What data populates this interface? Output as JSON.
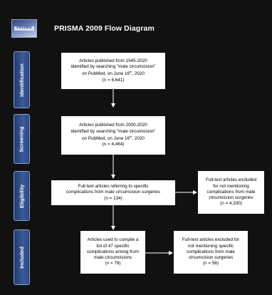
{
  "header": {
    "title": "PRISMA 2009 Flow Diagram",
    "logo_text": "PRISMA"
  },
  "stages": {
    "identification": "Identification",
    "screening": "Screening",
    "eligibility": "Eligibility",
    "included": "Included"
  },
  "boxes": {
    "identification": {
      "line1": "Articles published from 1945-2020",
      "line2": "identified by searching \"male circumcision\"",
      "line3a": "on PubMed, on June 16",
      "line3sup": "th",
      "line3b": ", 2020",
      "count": "(n = 6,641)"
    },
    "screening": {
      "line1": "Articles published from 2000-2020",
      "line2": "identified by searching \"male circumcision\"",
      "line3a": "on PubMed, on June 16",
      "line3sup": "th",
      "line3b": ", 2020",
      "count": "(n = 4,464)"
    },
    "eligibility": {
      "line1": "Full-text articles referring to specific",
      "line2": "complications from male circumcision surgeries",
      "count": "(n = 134)"
    },
    "eligibility_excluded": {
      "line1": "Full-text articles excluded",
      "line2": "for not mentioning",
      "line3": "complications from male",
      "line4": "circumcision surgeries",
      "count": "(n = 4,330)"
    },
    "included": {
      "line1": "Articles used to compile a",
      "line2": "list of 47 specific",
      "line3": "complications arising from",
      "line4": "male circumcisions",
      "count": "(n = 78)"
    },
    "included_excluded": {
      "line1": "Full-text articles excluded for",
      "line2": "not mentioning specific",
      "line3": "complications from male",
      "line4": "circumcision surgeries",
      "count": "(n = 56)"
    }
  },
  "colors": {
    "background": "#111111",
    "stage_fill": "#3a5a9c",
    "box_fill": "#ffffff",
    "arrow": "#ffffff"
  }
}
